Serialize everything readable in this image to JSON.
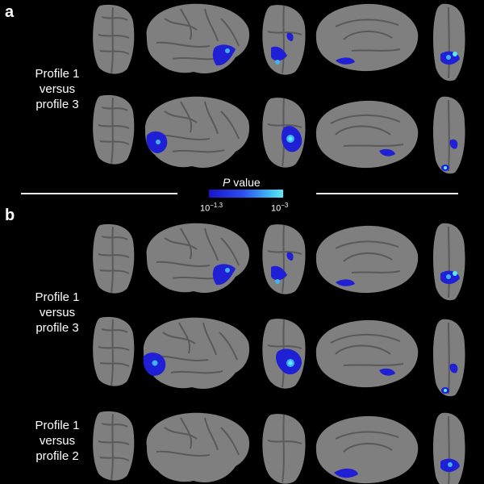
{
  "panels": {
    "a": {
      "letter": "a",
      "rows": [
        {
          "label": [
            "Profile 1",
            "versus",
            "profile 3"
          ]
        }
      ]
    },
    "b": {
      "letter": "b",
      "rows": [
        {
          "label": [
            "Profile 1",
            "versus",
            "profile 3"
          ]
        },
        {
          "label": [
            "Profile 1",
            "versus",
            "profile 2"
          ]
        }
      ]
    }
  },
  "colorbar": {
    "title_italic": "P",
    "title_rest": " value",
    "tick_low_base": "10",
    "tick_low_exp": "−1.3",
    "tick_high_base": "10",
    "tick_high_exp": "−3",
    "colors": [
      "#1a14c8",
      "#2a4cf0",
      "#3fb3f2",
      "#5ee8f4"
    ]
  },
  "colors": {
    "background": "#000000",
    "cortex": "#7f7f7f",
    "sulcus": "#5a5a5a",
    "significant_low": "#1f1fd6",
    "significant_high": "#5ee8f4"
  }
}
